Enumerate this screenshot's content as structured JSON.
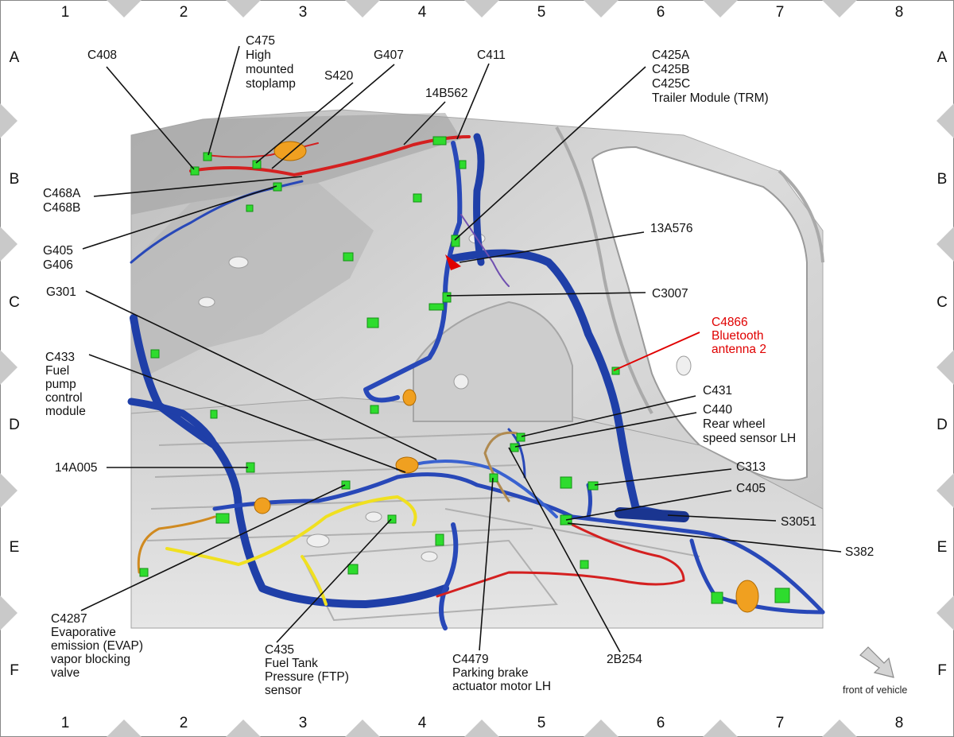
{
  "grid": {
    "columns": [
      "1",
      "2",
      "3",
      "4",
      "5",
      "6",
      "7",
      "8"
    ],
    "rows": [
      "A",
      "B",
      "C",
      "D",
      "E",
      "F"
    ]
  },
  "labels": {
    "c408": "C408",
    "c475": [
      "C475",
      "High",
      "mounted",
      "stoplamp"
    ],
    "s420": "S420",
    "g407": "G407",
    "c411": "C411",
    "c425": [
      "C425A",
      "C425B",
      "C425C",
      "Trailer Module (TRM)"
    ],
    "p14b562": "14B562",
    "c468": [
      "C468A",
      "C468B"
    ],
    "g405": [
      "G405",
      "G406"
    ],
    "p13a576": "13A576",
    "g301": "G301",
    "c3007": "C3007",
    "c4866": [
      "C4866",
      "Bluetooth",
      "antenna 2"
    ],
    "c433": [
      "C433",
      "Fuel",
      "pump",
      "control",
      "module"
    ],
    "c431": "C431",
    "c440": [
      "C440",
      "Rear wheel",
      "speed sensor LH"
    ],
    "p14a005": "14A005",
    "c313": "C313",
    "c405": "C405",
    "s3051": "S3051",
    "s382": "S382",
    "c4287": [
      "C4287",
      "Evaporative",
      "emission (EVAP)",
      "vapor blocking",
      "valve"
    ],
    "c435": [
      "C435",
      "Fuel Tank",
      "Pressure (FTP)",
      "sensor"
    ],
    "c4479": [
      "C4479",
      "Parking brake",
      "actuator motor LH"
    ],
    "p2b254": "2B254",
    "front": "front of vehicle"
  },
  "colors": {
    "harness_main": "#1f3fa8",
    "harness_light": "#3a62d0",
    "connector": "#2edc2e",
    "harness_red": "#d42020",
    "harness_yellow": "#f0e020",
    "harness_orange": "#d08a20",
    "callout_red": "#e00000",
    "body": "#d9d9d9",
    "grid_marker": "#c8c8c8"
  }
}
